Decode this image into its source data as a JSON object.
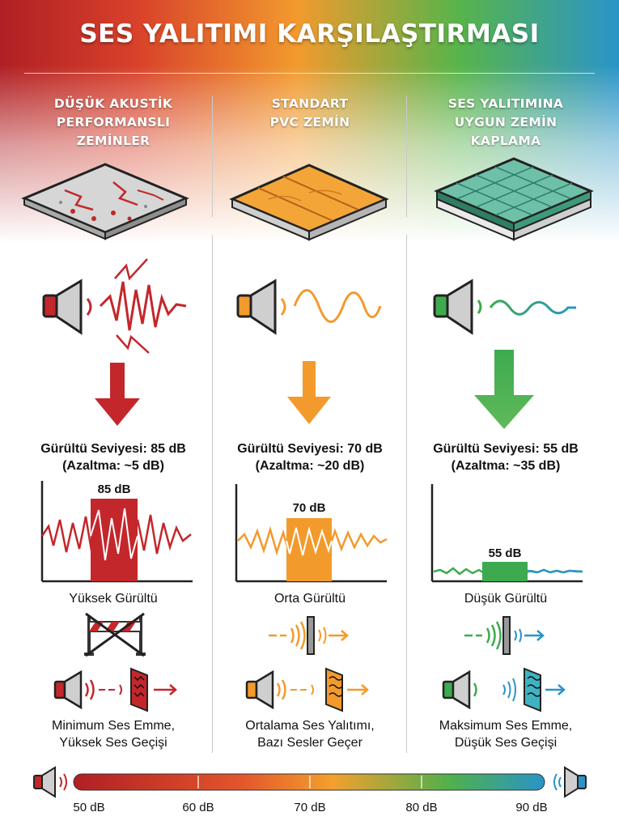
{
  "title": "SES YALITIMI KARŞILAŞTIRMASI",
  "colors": {
    "red": "#c3272b",
    "orange": "#f39a2c",
    "green": "#3daa4f",
    "blue": "#2a94c9"
  },
  "columns": [
    {
      "title_lines": [
        "DÜŞÜK AKUSTİK",
        "PERFORMANSLI",
        "ZEMİNLER"
      ],
      "noise_level": "Gürültü Seviyesi: 85 dB",
      "reduction": "(Azaltma: ~5 dB)",
      "db_value": "85 dB",
      "level_label": "Yüksek Gürültü",
      "bottom_lines": [
        "Minimum Ses Emme,",
        "Yüksek Ses Geçişi"
      ],
      "icons": [
        "cracked-concrete-floor-icon",
        "speaker-icon",
        "jagged-sound-wave-icon",
        "down-arrow-icon",
        "crossed-barrier-icon",
        "absorber-panel-icon"
      ]
    },
    {
      "title_lines": [
        "STANDART",
        "PVC ZEMİN"
      ],
      "noise_level": "Gürültü Seviyesi: 70 dB",
      "reduction": "(Azaltma: ~20 dB)",
      "db_value": "70 dB",
      "level_label": "Orta Gürültü",
      "bottom_lines": [
        "Ortalama Ses Yalıtımı,",
        "Bazı Sesler Geçer"
      ],
      "icons": [
        "wood-pvc-floor-icon",
        "speaker-icon",
        "sine-sound-wave-icon",
        "down-arrow-icon",
        "sound-barrier-icon",
        "absorber-panel-icon"
      ]
    },
    {
      "title_lines": [
        "SES YALITIMINA",
        "UYGUN ZEMİN",
        "KAPLAMA"
      ],
      "noise_level": "Gürültü Seviyesi: 55 dB",
      "reduction": "(Azaltma: ~35 dB)",
      "db_value": "55 dB",
      "level_label": "Düşük Gürültü",
      "bottom_lines": [
        "Maksimum Ses Emme,",
        "Düşük Ses Geçişi"
      ],
      "icons": [
        "layered-acoustic-floor-icon",
        "speaker-icon",
        "small-sound-wave-icon",
        "down-arrow-icon",
        "sound-barrier-icon",
        "absorber-panel-icon"
      ]
    }
  ],
  "scale": {
    "labels": [
      "50 dB",
      "60 dB",
      "70 dB",
      "80 dB",
      "90 dB"
    ],
    "icons": [
      "red-speaker-icon",
      "blue-speaker-icon"
    ]
  }
}
